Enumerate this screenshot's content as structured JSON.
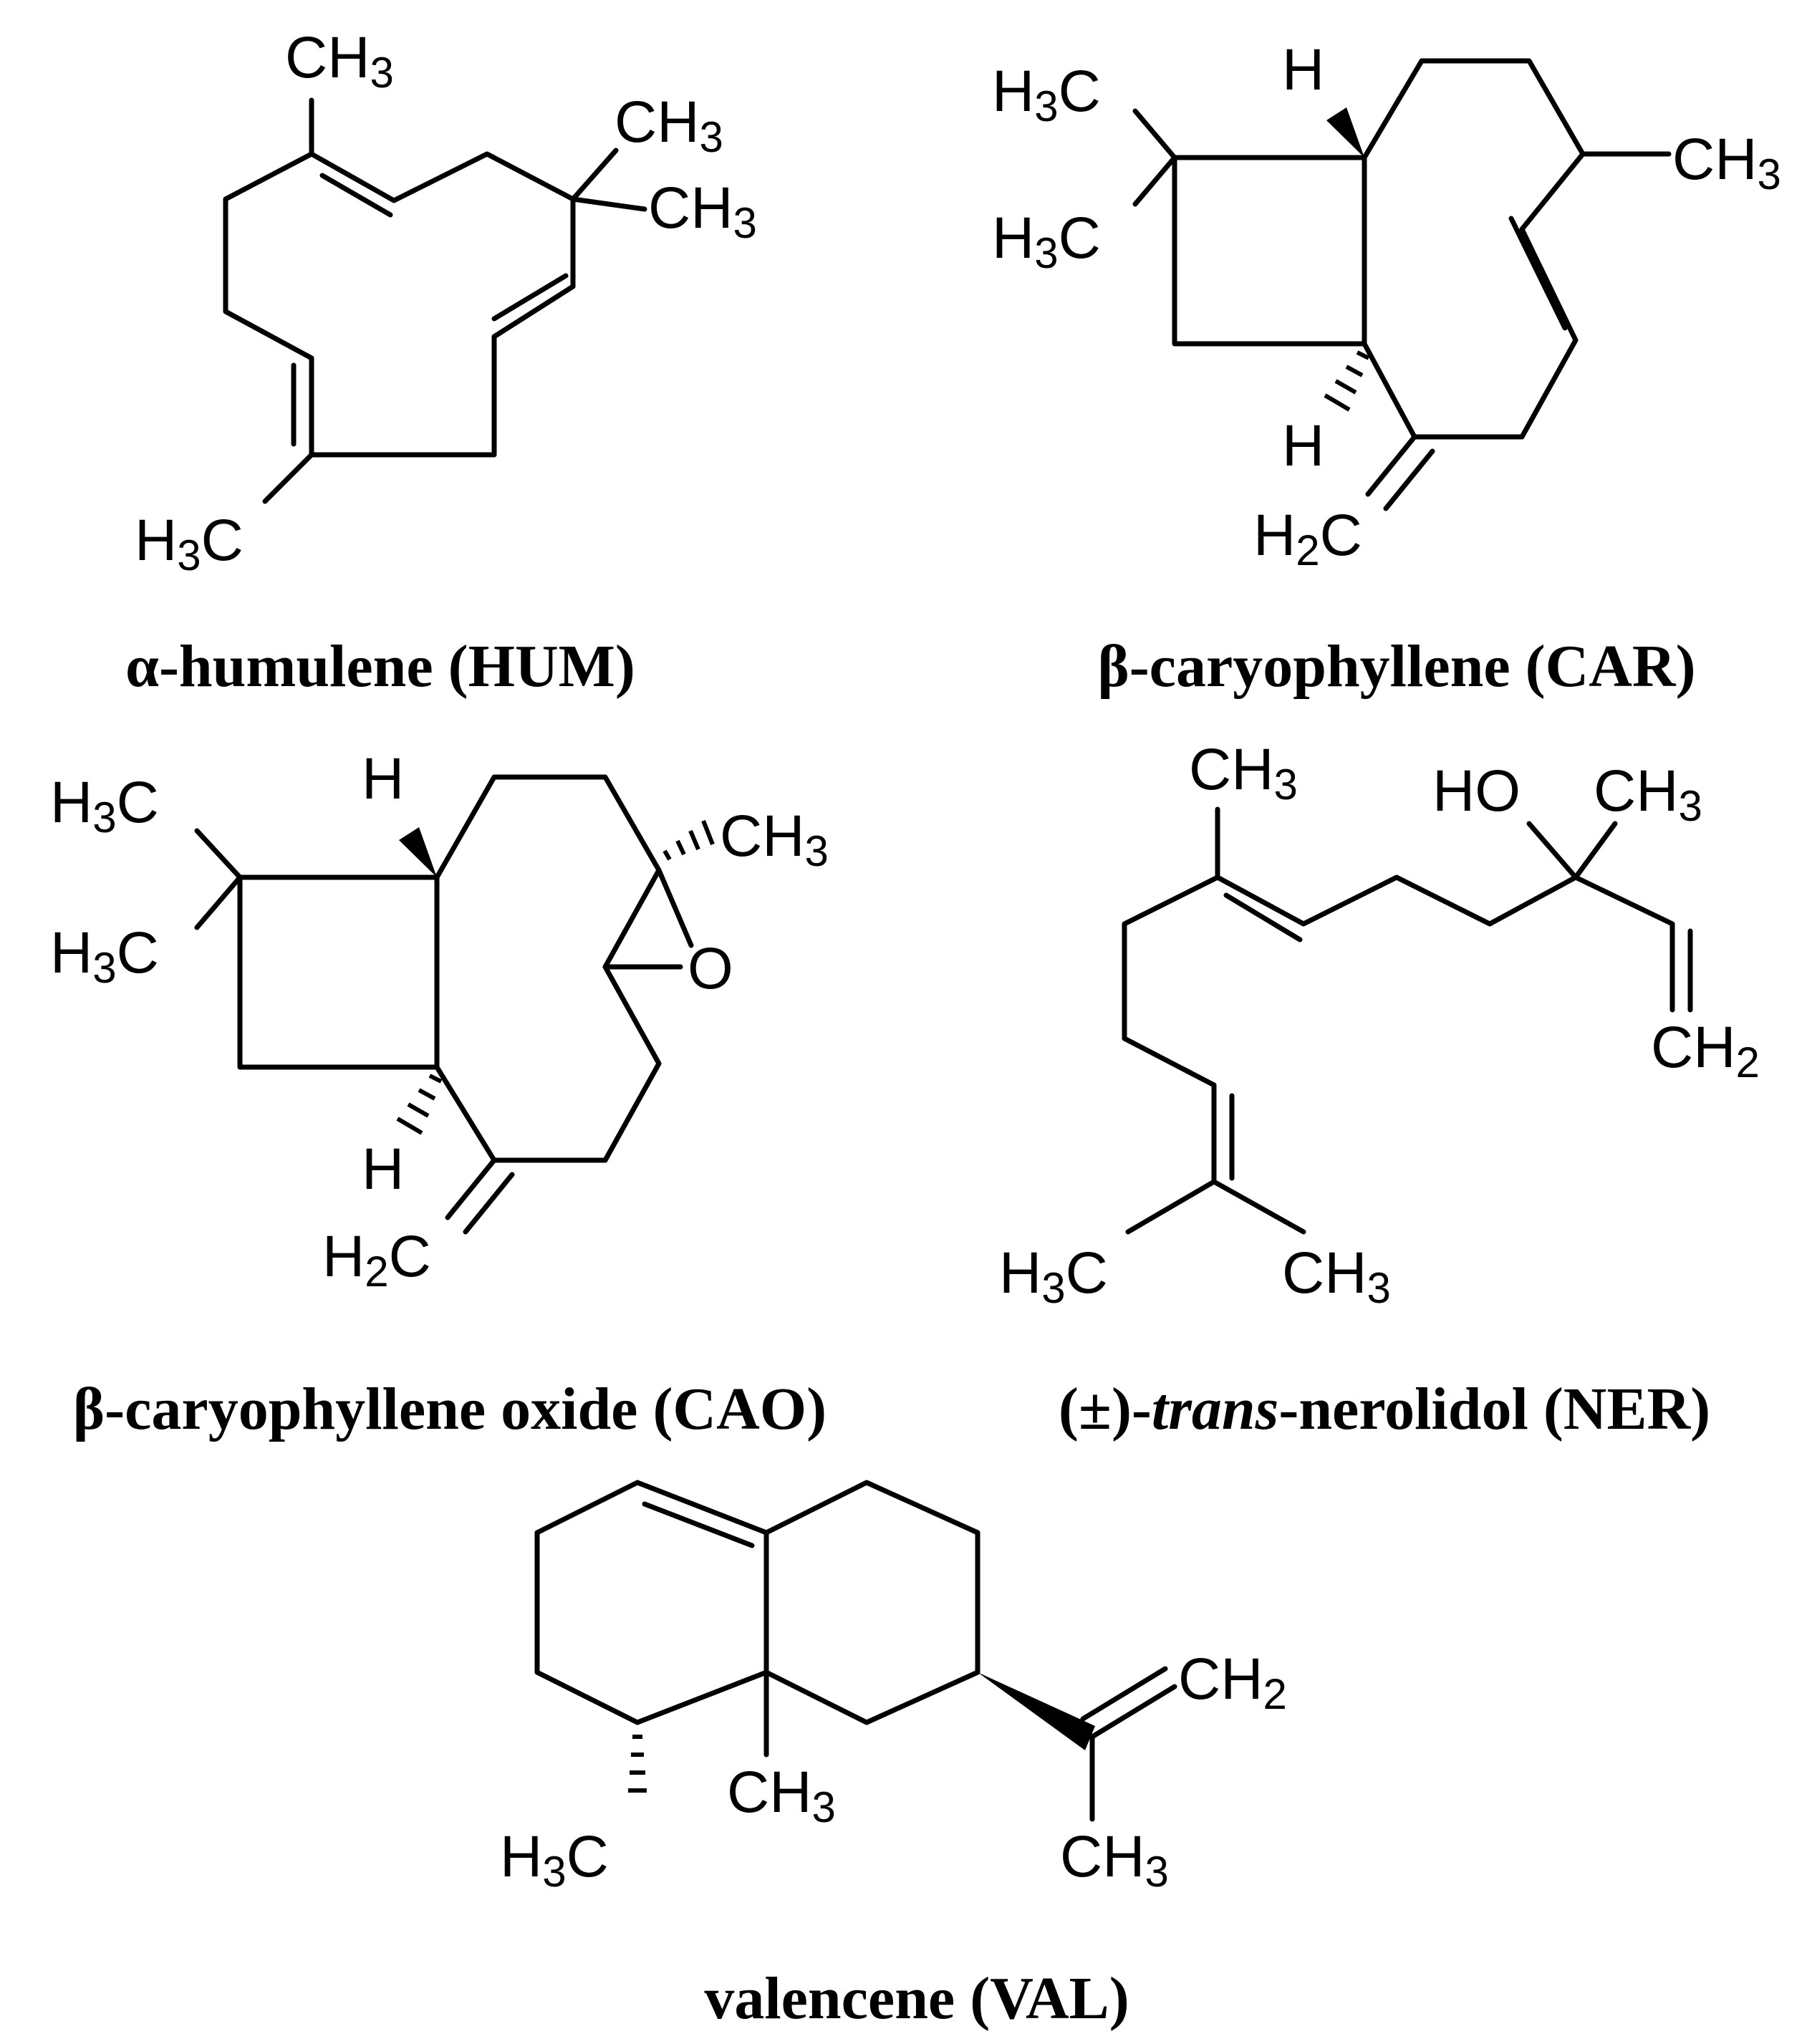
{
  "compounds": [
    {
      "key": "hum",
      "name": "α-humulene (HUM)",
      "labels": {
        "ch3_top": "CH3",
        "ch3_gem_upper": "CH3",
        "ch3_gem_lower": "CH3",
        "h3c_left": "H3C"
      }
    },
    {
      "key": "car",
      "name": "β-caryophyllene (CAR)",
      "labels": {
        "h3c_upper": "H3C",
        "h3c_lower": "H3C",
        "h_top": "H",
        "ch3_right": "CH3",
        "h_bottom": "H",
        "h2c": "H2C"
      }
    },
    {
      "key": "cao",
      "name": "β-caryophyllene oxide (CAO)",
      "labels": {
        "h3c_upper": "H3C",
        "h3c_lower": "H3C",
        "h_top": "H",
        "ch3_right": "CH3",
        "o": "O",
        "h_bottom": "H",
        "h2c": "H2C"
      }
    },
    {
      "key": "ner",
      "name_parts": [
        "(±)-",
        "trans",
        "-nerolidol (NER)"
      ],
      "labels": {
        "ch3_top": "CH3",
        "ho": "HO",
        "ch3_right": "CH3",
        "ch2": "CH2",
        "h3c_left": "H3C",
        "ch3_bottom": "CH3"
      }
    },
    {
      "key": "val",
      "name": "valencene (VAL)",
      "labels": {
        "ch2": "CH2",
        "ch3_center": "CH3",
        "h3c_left": "H3C",
        "ch3_bottom": "CH3"
      }
    }
  ]
}
